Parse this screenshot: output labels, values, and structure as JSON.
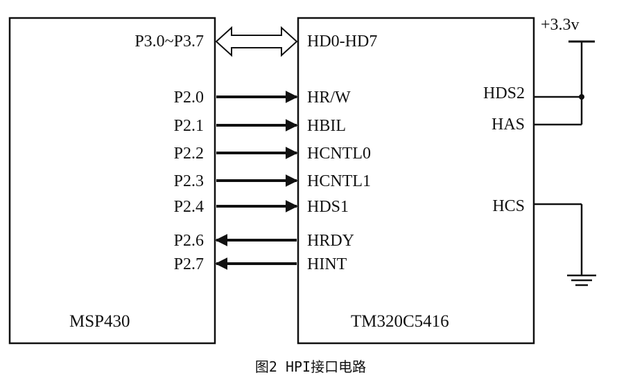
{
  "caption": "图2 HPI接口电路",
  "msp": {
    "name": "MSP430",
    "bus_label": "P3.0~P3.7",
    "ports": [
      "P2.0",
      "P2.1",
      "P2.2",
      "P2.3",
      "P2.4",
      "P2.6",
      "P2.7"
    ]
  },
  "dsp": {
    "name": "TM320C5416",
    "bus_label": "HD0-HD7",
    "pins": [
      "HR/W",
      "HBIL",
      "HCNTL0",
      "HCNTL1",
      "HDS1",
      "HRDY",
      "HINT"
    ],
    "right_pins": [
      "HDS2",
      "HAS",
      "HCS"
    ]
  },
  "power_label": "+3.3v",
  "colors": {
    "ink": "#111111",
    "background": "#ffffff"
  }
}
